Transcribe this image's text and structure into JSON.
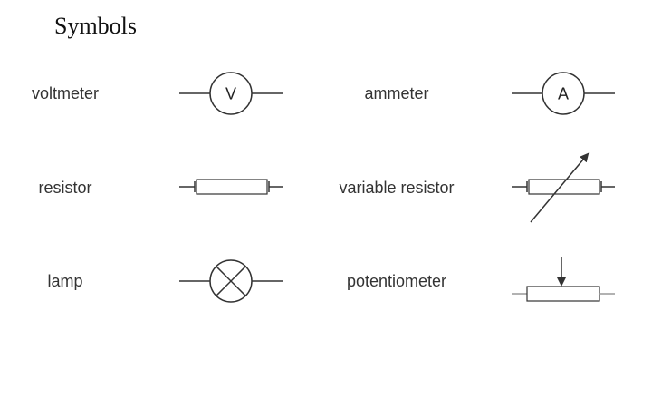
{
  "page": {
    "title": "Symbols"
  },
  "symbols": {
    "voltmeter": {
      "label": "voltmeter",
      "glyph": "V"
    },
    "ammeter": {
      "label": "ammeter",
      "glyph": "A"
    },
    "resistor": {
      "label": "resistor"
    },
    "variable_resistor": {
      "label": "variable resistor"
    },
    "lamp": {
      "label": "lamp"
    },
    "potentiometer": {
      "label": "potentiometer"
    }
  },
  "colors": {
    "stroke": "#333333",
    "background": "#ffffff"
  }
}
